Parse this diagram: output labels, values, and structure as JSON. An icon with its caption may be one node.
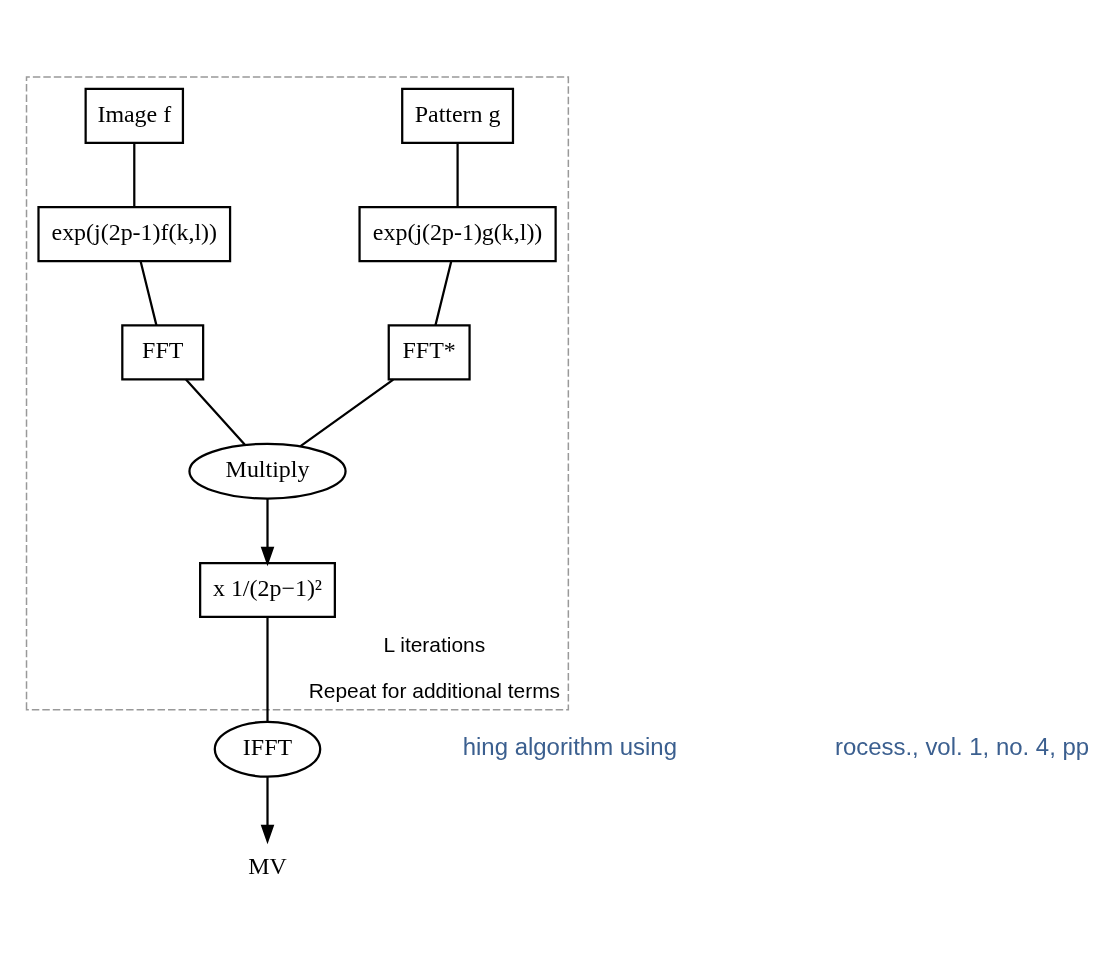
{
  "diagram": {
    "nodes": [
      {
        "text": [
          "L iterations",
          "Repeat for additional terms"
        ]
      },
      {
        "text": [
          "Pattern g"
        ],
        "in": 0
      },
      {
        "text": [
          "Image f"
        ],
        "in": 0
      },
      {
        "text": [
          "exp(j(2p-1)g(k,l))"
        ],
        "in": 0
      },
      {
        "text": [
          "exp(j(2p-1)f(k,l))"
        ],
        "in": 0
      },
      {
        "text": [
          "FFT*"
        ],
        "in": 0
      },
      {
        "text": [
          "FFT"
        ],
        "in": 0
      },
      {
        "text": [
          "Multiply"
        ],
        "in": 0
      },
      {
        "text": [
          "x 1/(2p−1)²"
        ],
        "in": 0
      },
      {
        "text": [
          "IFFT"
        ]
      },
      {
        "text": [
          "MV"
        ]
      }
    ],
    "edges": [
      {
        "from": 1,
        "to": 3,
        "arrow": "none"
      },
      {
        "from": 2,
        "to": 4,
        "arrow": "none"
      },
      {
        "from": 3,
        "to": 5,
        "arrow": "none"
      },
      {
        "from": 4,
        "to": 6,
        "arrow": "none"
      },
      {
        "from": 5,
        "to": 7,
        "arrow": "none"
      },
      {
        "from": 6,
        "to": 7,
        "arrow": "none"
      },
      {
        "from": 7,
        "to": 8,
        "arrow": "to"
      },
      {
        "from": 8,
        "to": 9,
        "arrow": "none"
      },
      {
        "from": 9,
        "to": 10,
        "arrow": "to"
      }
    ],
    "labels": [
      "hing algorithm using",
      "rocess., vol. 1, no. 4, pp"
    ]
  }
}
